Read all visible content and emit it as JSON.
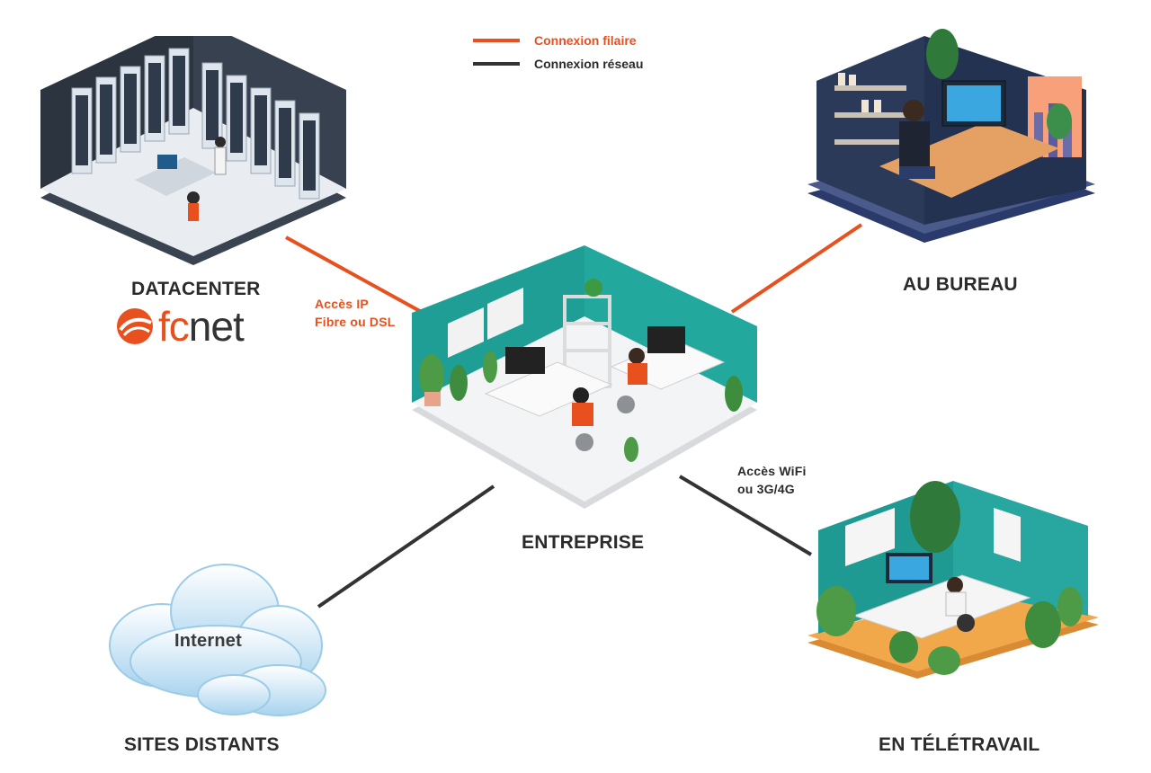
{
  "legend": {
    "wired_label": "Connexion filaire",
    "network_label": "Connexion réseau",
    "wired_color": "#e8501e",
    "network_color": "#333333"
  },
  "nodes": {
    "datacenter": {
      "label": "DATACENTER"
    },
    "bureau": {
      "label": "AU BUREAU"
    },
    "entreprise": {
      "label": "ENTREPRISE"
    },
    "sites_distants": {
      "label": "SITES DISTANTS"
    },
    "teletravail": {
      "label": "EN TÉLÉTRAVAIL"
    },
    "internet": {
      "label": "Internet"
    }
  },
  "links": {
    "wired_note_line1": "Accès IP",
    "wired_note_line2": "Fibre ou DSL",
    "wifi_note_line1": "Accès WiFi",
    "wifi_note_line2": "ou 3G/4G"
  },
  "logo": {
    "prefix": "fc",
    "suffix": "net"
  },
  "colors": {
    "accent_orange": "#e8501e",
    "teal_wall": "#1f9a93",
    "dark_text": "#2b2b2b",
    "cloud_blue": "#bfe0f3"
  },
  "icons": {
    "datacenter": "server-room-icon",
    "bureau": "office-desk-icon",
    "entreprise": "open-office-icon",
    "teletravail": "home-office-icon",
    "internet": "cloud-icon"
  }
}
